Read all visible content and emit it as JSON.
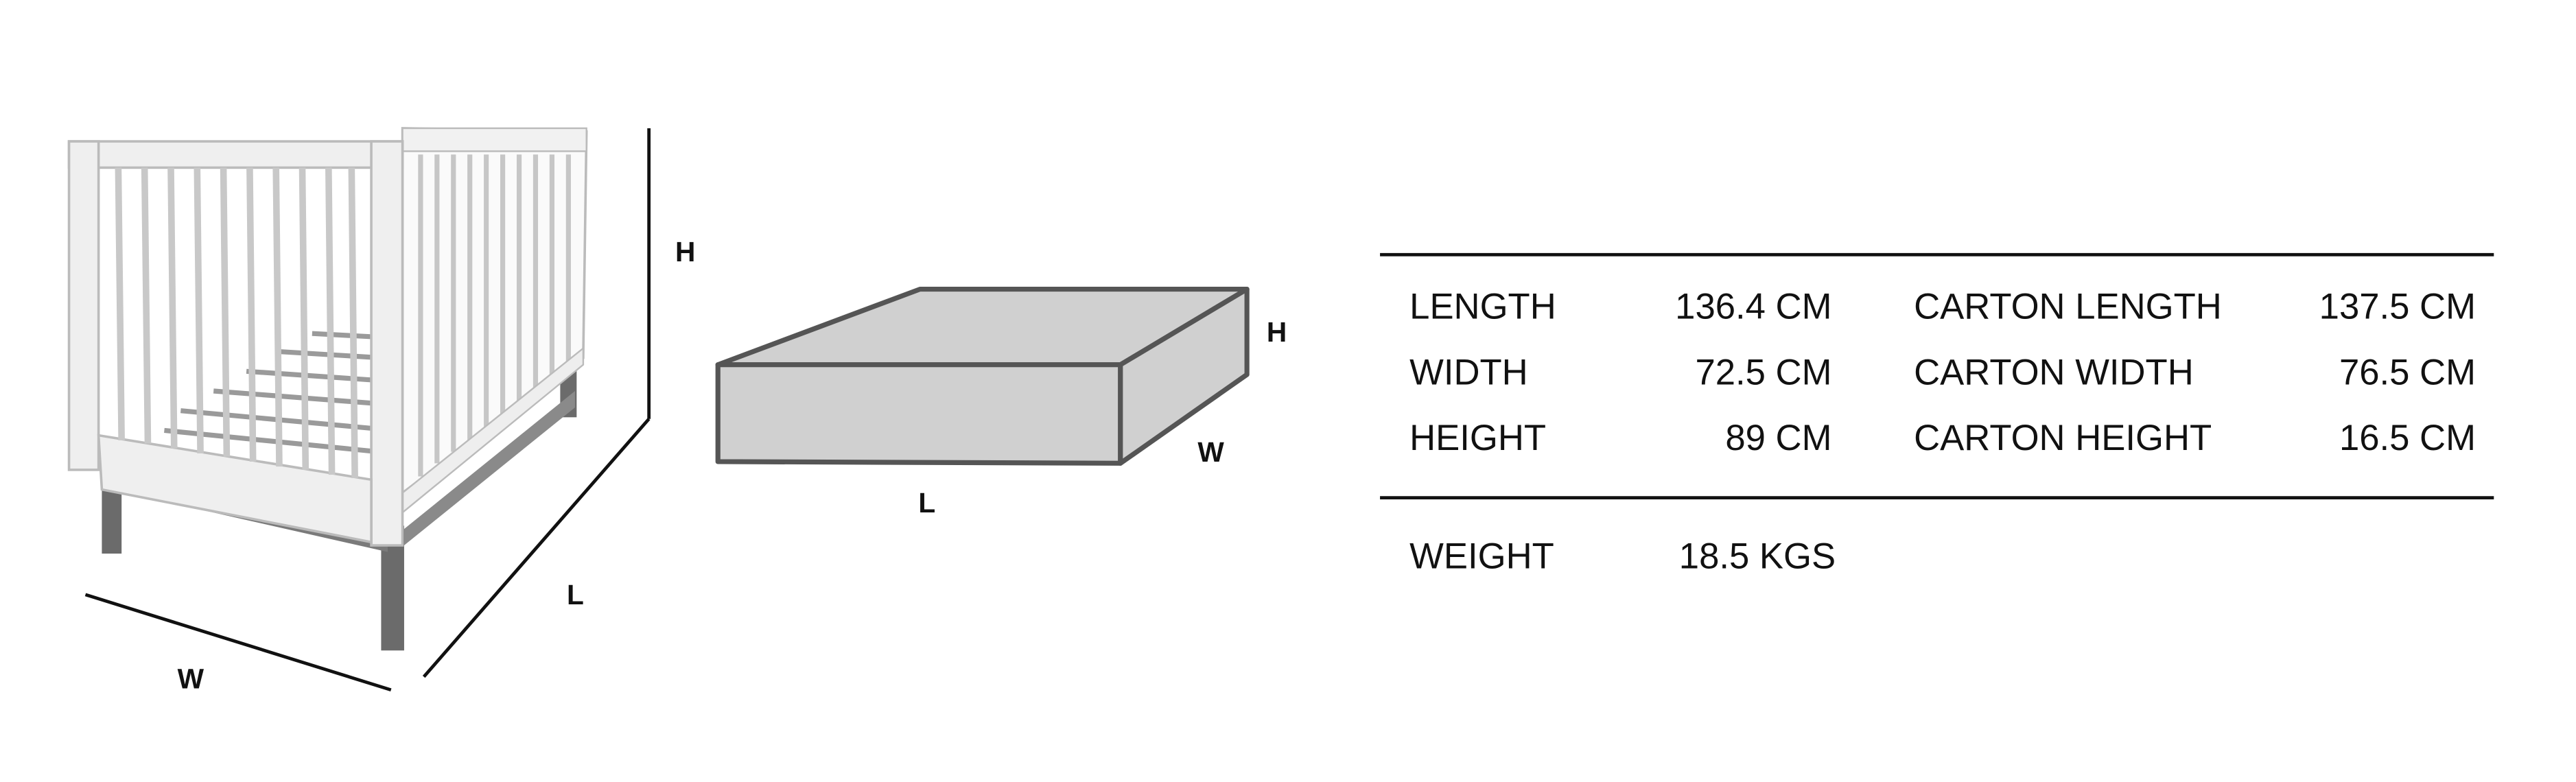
{
  "product_diagram": {
    "labels": {
      "height": "H",
      "length": "L",
      "width": "W"
    }
  },
  "carton_diagram": {
    "labels": {
      "height": "H",
      "length": "L",
      "width": "W"
    },
    "fill_color": "#d0d0d0",
    "stroke_color": "#555555"
  },
  "specs": {
    "rows": [
      {
        "label": "LENGTH",
        "value": "136.4 CM",
        "carton_label": "CARTON LENGTH",
        "carton_value": "137.5 CM"
      },
      {
        "label": "WIDTH",
        "value": "72.5 CM",
        "carton_label": "CARTON WIDTH",
        "carton_value": "76.5 CM"
      },
      {
        "label": "HEIGHT",
        "value": "89 CM",
        "carton_label": "CARTON HEIGHT",
        "carton_value": "16.5 CM"
      }
    ],
    "weight": {
      "label": "WEIGHT",
      "value": "18.5 KGS"
    }
  }
}
